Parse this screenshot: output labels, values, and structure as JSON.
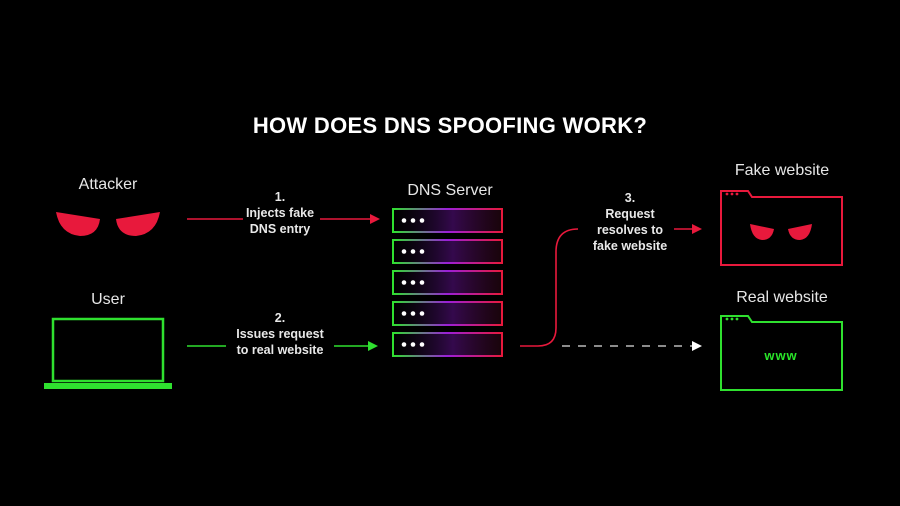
{
  "title": "HOW DOES DNS SPOOFING WORK?",
  "nodes": {
    "attacker": "Attacker",
    "user": "User",
    "dns_server": "DNS Server",
    "fake_website": "Fake website",
    "real_website": "Real website",
    "www": "www"
  },
  "steps": [
    {
      "number": "1.",
      "lines": [
        "Injects fake",
        "DNS entry"
      ]
    },
    {
      "number": "2.",
      "lines": [
        "Issues request",
        "to real website"
      ]
    },
    {
      "number": "3.",
      "lines": [
        "Request",
        "resolves to",
        "fake website"
      ]
    }
  ],
  "colors": {
    "background": "#000000",
    "red": "#e8193c",
    "green": "#2fe02f",
    "purple": "#9b1fd8",
    "text": "#ffffff"
  },
  "icons": [
    "attacker-eyes-icon",
    "laptop-icon",
    "server-rack-icon",
    "browser-window-icon"
  ]
}
